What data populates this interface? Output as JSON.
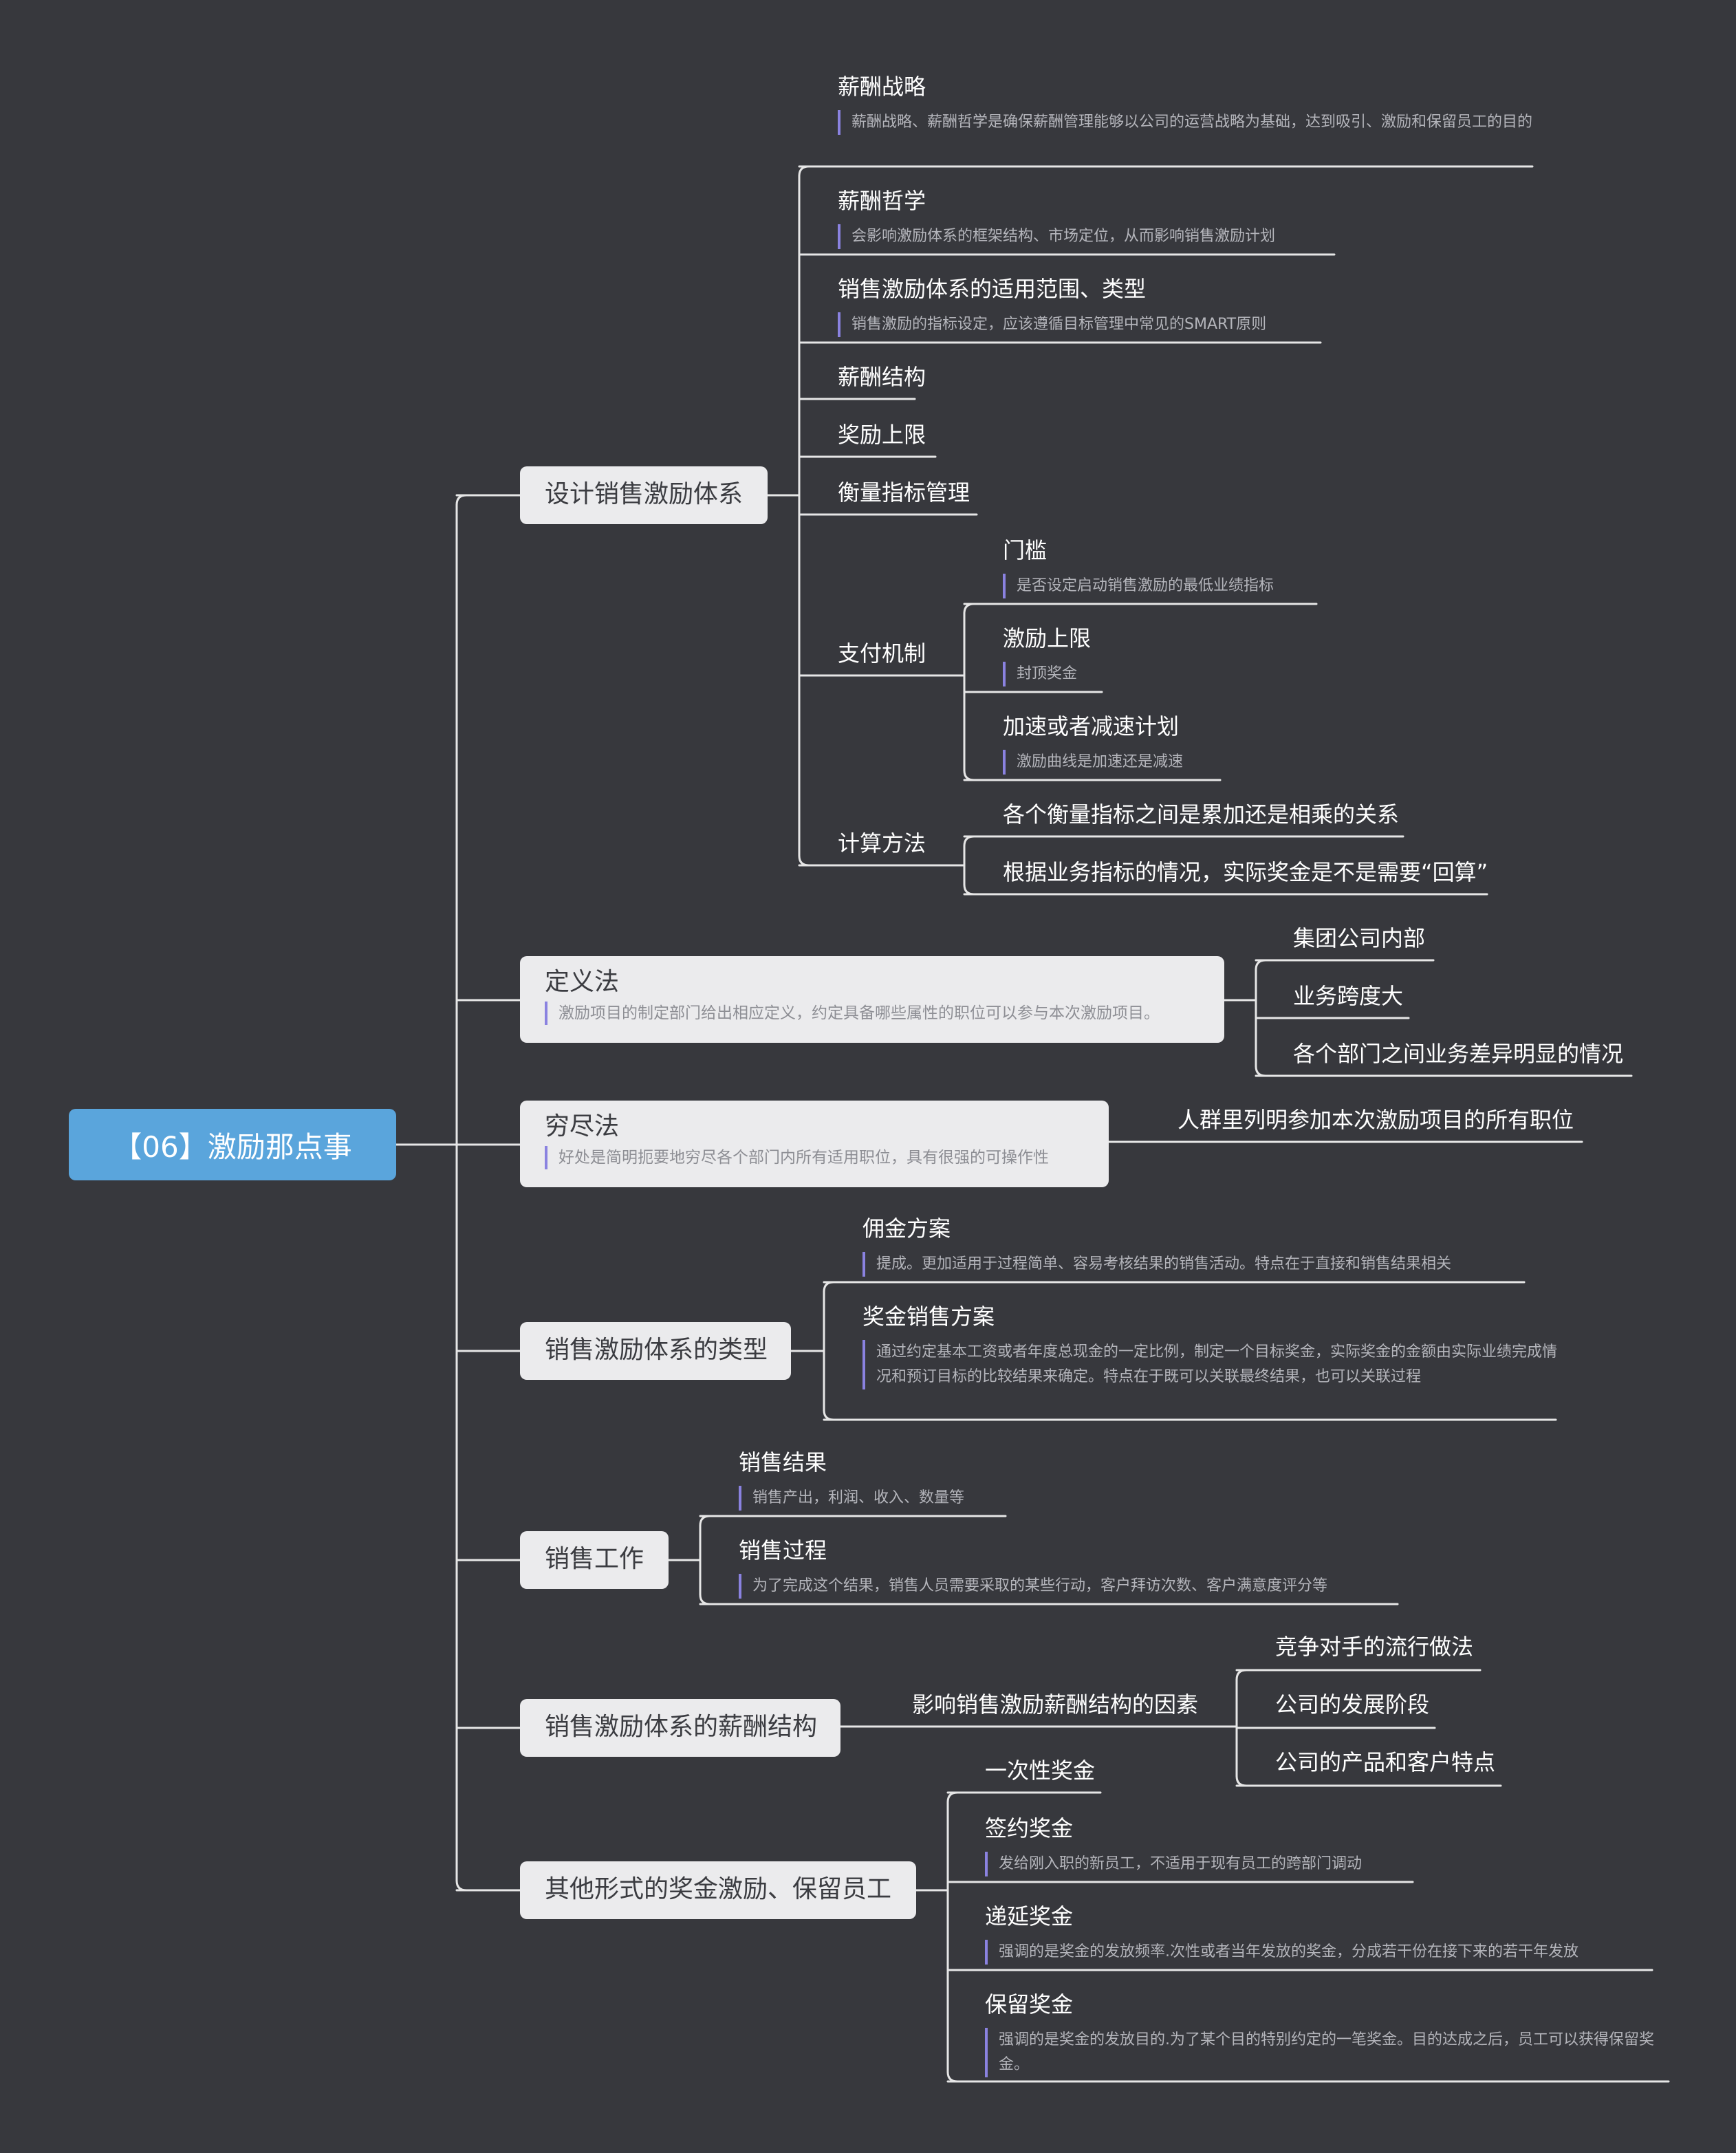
{
  "root": {
    "title": "【06】激励那点事"
  },
  "branches": [
    {
      "label": "设计销售激励体系",
      "children": [
        {
          "label": "薪酬战略",
          "note": "薪酬战略、薪酬哲学是确保薪酬管理能够以公司的运营战略为基础，达到吸引、激励和保留员工的目的"
        },
        {
          "label": "薪酬哲学",
          "note": "会影响激励体系的框架结构、市场定位，从而影响销售激励计划"
        },
        {
          "label": "销售激励体系的适用范围、类型",
          "note": "销售激励的指标设定，应该遵循目标管理中常见的SMART原则"
        },
        {
          "label": "薪酬结构"
        },
        {
          "label": "奖励上限"
        },
        {
          "label": "衡量指标管理"
        },
        {
          "label": "支付机制",
          "children": [
            {
              "label": "门槛",
              "note": "是否设定启动销售激励的最低业绩指标"
            },
            {
              "label": "激励上限",
              "note": "封顶奖金"
            },
            {
              "label": "加速或者减速计划",
              "note": "激励曲线是加速还是减速"
            }
          ]
        },
        {
          "label": "计算方法",
          "children": [
            {
              "label": "各个衡量指标之间是累加还是相乘的关系"
            },
            {
              "label": "根据业务指标的情况，实际奖金是不是需要“回算”"
            }
          ]
        }
      ]
    },
    {
      "label": "定义法",
      "note": "激励项目的制定部门给出相应定义，约定具备哪些属性的职位可以参与本次激励项目。",
      "children": [
        {
          "label": "集团公司内部"
        },
        {
          "label": "业务跨度大"
        },
        {
          "label": "各个部门之间业务差异明显的情况"
        }
      ]
    },
    {
      "label": "穷尽法",
      "note": "好处是简明扼要地穷尽各个部门内所有适用职位，具有很强的可操作性",
      "children": [
        {
          "label": "人群里列明参加本次激励项目的所有职位"
        }
      ]
    },
    {
      "label": "销售激励体系的类型",
      "children": [
        {
          "label": "佣金方案",
          "note": "提成。更加适用于过程简单、容易考核结果的销售活动。特点在于直接和销售结果相关"
        },
        {
          "label": "奖金销售方案",
          "note": "通过约定基本工资或者年度总现金的一定比例，制定一个目标奖金，实际奖金的金额由实际业绩完成情况和预订目标的比较结果来确定。特点在于既可以关联最终结果，也可以关联过程"
        }
      ]
    },
    {
      "label": "销售工作",
      "children": [
        {
          "label": "销售结果",
          "note": "销售产出，利润、收入、数量等"
        },
        {
          "label": "销售过程",
          "note": "为了完成这个结果，销售人员需要采取的某些行动，客户拜访次数、客户满意度评分等"
        }
      ]
    },
    {
      "label": "销售激励体系的薪酬结构",
      "children": [
        {
          "label": "影响销售激励薪酬结构的因素",
          "children": [
            {
              "label": "竞争对手的流行做法"
            },
            {
              "label": "公司的发展阶段"
            },
            {
              "label": "公司的产品和客户特点"
            }
          ]
        }
      ]
    },
    {
      "label": "其他形式的奖金激励、保留员工",
      "children": [
        {
          "label": "一次性奖金"
        },
        {
          "label": "签约奖金",
          "note": "发给刚入职的新员工，不适用于现有员工的跨部门调动"
        },
        {
          "label": "递延奖金",
          "note": "强调的是奖金的发放频率.次性或者当年发放的奖金，分成若干份在接下来的若干年发放"
        },
        {
          "label": "保留奖金",
          "note": "强调的是奖金的发放目的.为了某个目的特别约定的一笔奖金。目的达成之后，员工可以获得保留奖金。"
        }
      ]
    }
  ],
  "colors": {
    "background": "#37383d",
    "root": "#5aa5dc",
    "box": "#ebebed",
    "line": "#e6e6e6",
    "note_bar": "#8a82e0"
  }
}
